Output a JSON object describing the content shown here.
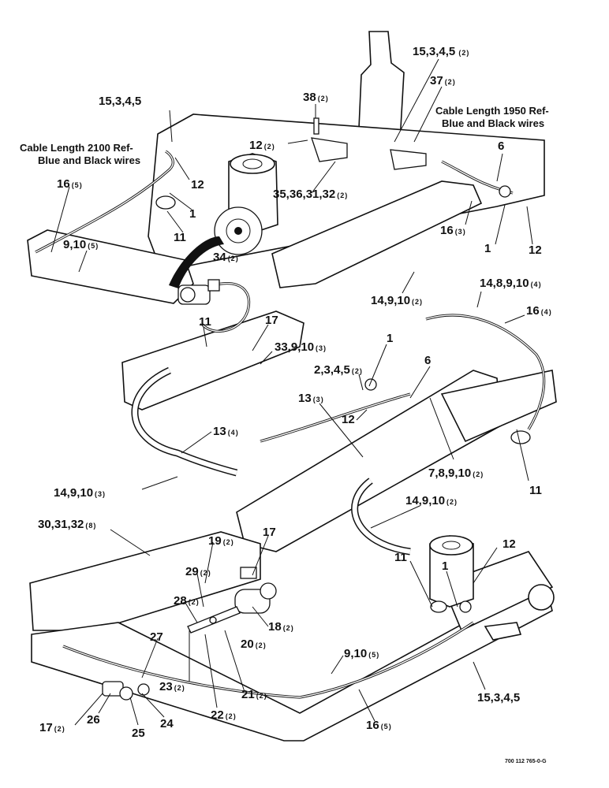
{
  "notes": {
    "cable_2100": [
      "Cable Length 2100 Ref-",
      "Blue and Black wires"
    ],
    "cable_1950": [
      "Cable Length 1950 Ref-",
      "Blue and Black wires"
    ]
  },
  "callouts": [
    {
      "id": "c01",
      "main": "15,3,4,5",
      "qty": ""
    },
    {
      "id": "c02",
      "main": "15,3,4,5",
      "qty": "(2)"
    },
    {
      "id": "c03",
      "main": "38",
      "qty": "(2)"
    },
    {
      "id": "c04",
      "main": "37",
      "qty": "(2)"
    },
    {
      "id": "c05",
      "main": "12",
      "qty": "(2)"
    },
    {
      "id": "c06",
      "main": "12",
      "qty": ""
    },
    {
      "id": "c07",
      "main": "16",
      "qty": "(5)"
    },
    {
      "id": "c08",
      "main": "1",
      "qty": ""
    },
    {
      "id": "c09",
      "main": "11",
      "qty": ""
    },
    {
      "id": "c10",
      "main": "35,36,31,32",
      "qty": "(2)"
    },
    {
      "id": "c11",
      "main": "6",
      "qty": ""
    },
    {
      "id": "c12",
      "main": "16",
      "qty": "(3)"
    },
    {
      "id": "c13",
      "main": "1",
      "qty": ""
    },
    {
      "id": "c14",
      "main": "12",
      "qty": ""
    },
    {
      "id": "c15",
      "main": "9,10",
      "qty": "(5)"
    },
    {
      "id": "c16",
      "main": "34",
      "qty": "(2)"
    },
    {
      "id": "c17",
      "main": "14,9,10",
      "qty": "(2)"
    },
    {
      "id": "c18",
      "main": "14,8,9,10",
      "qty": "(4)"
    },
    {
      "id": "c19",
      "main": "16",
      "qty": "(4)"
    },
    {
      "id": "c20",
      "main": "11",
      "qty": ""
    },
    {
      "id": "c21",
      "main": "17",
      "qty": ""
    },
    {
      "id": "c22",
      "main": "33,9,10",
      "qty": "(3)"
    },
    {
      "id": "c23",
      "main": "1",
      "qty": ""
    },
    {
      "id": "c24",
      "main": "2,3,4,5",
      "qty": "(2)"
    },
    {
      "id": "c25",
      "main": "6",
      "qty": ""
    },
    {
      "id": "c26",
      "main": "13",
      "qty": "(3)"
    },
    {
      "id": "c27",
      "main": "12",
      "qty": ""
    },
    {
      "id": "c28",
      "main": "13",
      "qty": "(4)"
    },
    {
      "id": "c29",
      "main": "7,8,9,10",
      "qty": "(2)"
    },
    {
      "id": "c30",
      "main": "11",
      "qty": ""
    },
    {
      "id": "c31",
      "main": "14,9,10",
      "qty": "(3)"
    },
    {
      "id": "c32",
      "main": "14,9,10",
      "qty": "(2)"
    },
    {
      "id": "c33",
      "main": "30,31,32",
      "qty": "(8)"
    },
    {
      "id": "c34",
      "main": "17",
      "qty": ""
    },
    {
      "id": "c35",
      "main": "19",
      "qty": "(2)"
    },
    {
      "id": "c36",
      "main": "12",
      "qty": ""
    },
    {
      "id": "c37",
      "main": "11",
      "qty": ""
    },
    {
      "id": "c38",
      "main": "1",
      "qty": ""
    },
    {
      "id": "c39",
      "main": "29",
      "qty": "(2)"
    },
    {
      "id": "c40",
      "main": "28",
      "qty": "(2)"
    },
    {
      "id": "c41",
      "main": "18",
      "qty": "(2)"
    },
    {
      "id": "c42",
      "main": "20",
      "qty": "(2)"
    },
    {
      "id": "c43",
      "main": "27",
      "qty": ""
    },
    {
      "id": "c44",
      "main": "9,10",
      "qty": "(5)"
    },
    {
      "id": "c45",
      "main": "23",
      "qty": "(2)"
    },
    {
      "id": "c46",
      "main": "21",
      "qty": "(2)"
    },
    {
      "id": "c47",
      "main": "15,3,4,5",
      "qty": ""
    },
    {
      "id": "c48",
      "main": "22",
      "qty": "(2)"
    },
    {
      "id": "c49",
      "main": "17",
      "qty": "(2)"
    },
    {
      "id": "c50",
      "main": "26",
      "qty": ""
    },
    {
      "id": "c51",
      "main": "24",
      "qty": ""
    },
    {
      "id": "c52",
      "main": "25",
      "qty": ""
    },
    {
      "id": "c53",
      "main": "16",
      "qty": "(5)"
    }
  ],
  "drawing_code": "700 112 765-0-G"
}
